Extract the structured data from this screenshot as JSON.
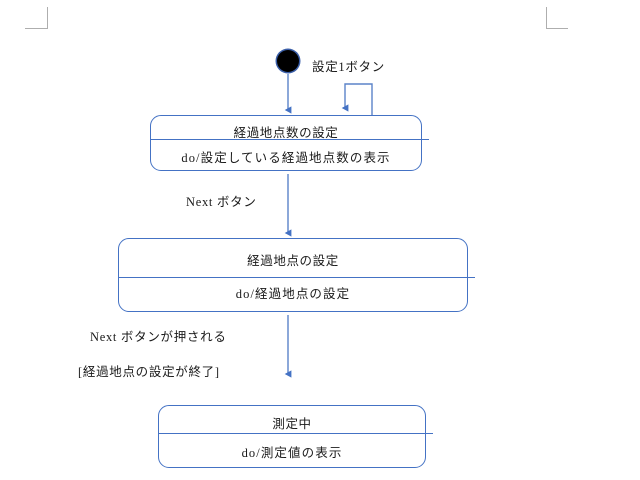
{
  "diagram": {
    "type": "uml-state-machine",
    "stroke_color": "#4472c4",
    "text_color": "#1a1a1a",
    "crop_mark_color": "#aeaeae",
    "initial_node": {
      "name": "initial-state",
      "fill": "#000000"
    },
    "states": [
      {
        "id": "state-1",
        "name": "経過地点数の設定",
        "activity": "do/設定している経過地点数の表示"
      },
      {
        "id": "state-2",
        "name": "経過地点の設定",
        "activity": "do/経過地点の設定"
      },
      {
        "id": "state-3",
        "name": "測定中",
        "activity": "do/測定値の表示"
      }
    ],
    "transitions": [
      {
        "id": "t-initial",
        "label": "",
        "from": "initial-state",
        "to": "state-1"
      },
      {
        "id": "t-self-loop",
        "label": "設定1ボタン",
        "from": "state-1",
        "to": "state-1"
      },
      {
        "id": "t-1-2",
        "label": "Next ボタン",
        "from": "state-1",
        "to": "state-2"
      },
      {
        "id": "t-2-3",
        "label": "Next ボタンが押される",
        "guard": "[経過地点の設定が終了]",
        "from": "state-2",
        "to": "state-3"
      }
    ]
  }
}
